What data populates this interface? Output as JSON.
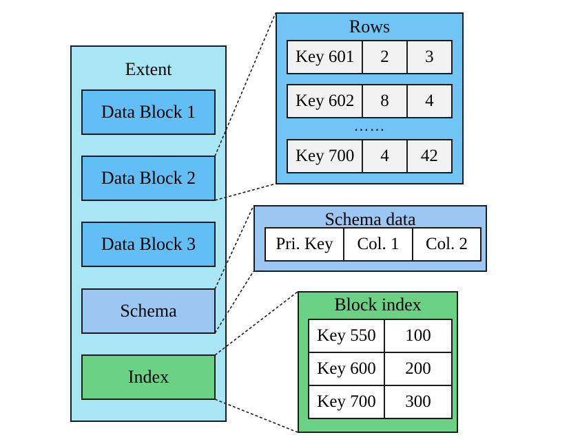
{
  "extent": {
    "title": "Extent",
    "blocks": [
      "Data Block 1",
      "Data Block 2",
      "Data Block 3"
    ],
    "schema_label": "Schema",
    "index_label": "Index"
  },
  "rows_panel": {
    "title": "Rows",
    "rows": [
      [
        "Key 601",
        "2",
        "3"
      ],
      [
        "Key 602",
        "8",
        "4"
      ],
      [
        "Key 700",
        "4",
        "42"
      ]
    ],
    "ellipsis": "……"
  },
  "schema_panel": {
    "title": "Schema data",
    "columns": [
      "Pri. Key",
      "Col. 1",
      "Col. 2"
    ]
  },
  "block_index": {
    "title": "Block index",
    "rows": [
      [
        "Key 550",
        "100"
      ],
      [
        "Key 600",
        "200"
      ],
      [
        "Key 700",
        "300"
      ]
    ]
  },
  "colors": {
    "extent_bg": "#a8e6f6",
    "data_block": "#61bff6",
    "schema_block": "#9bc7f2",
    "index_block": "#6bd285",
    "rows_panel": "#71c5f6",
    "cell_bg": "#f2f2f2"
  }
}
